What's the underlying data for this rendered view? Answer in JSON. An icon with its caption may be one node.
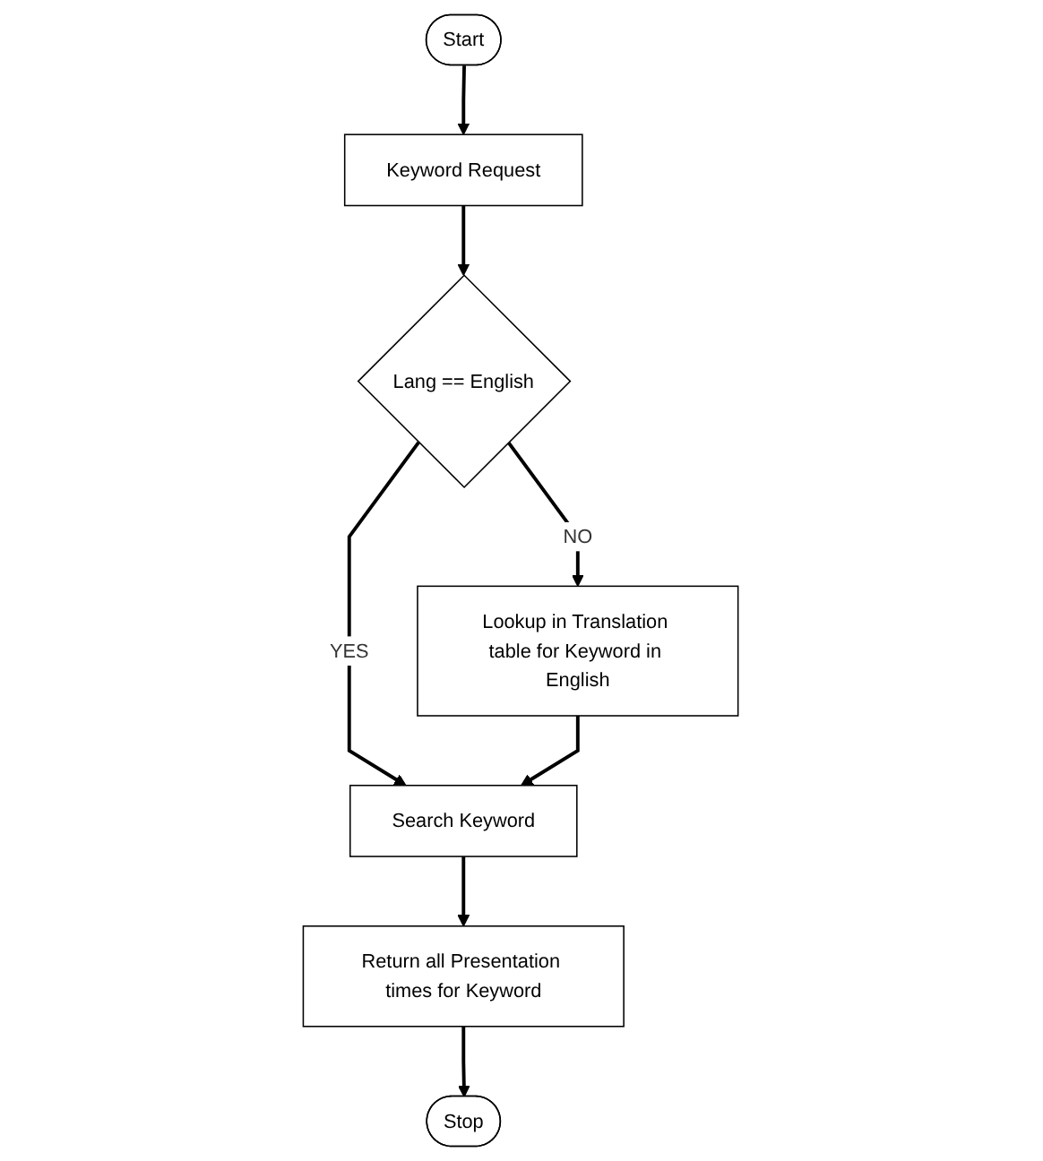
{
  "diagram": {
    "nodes": [
      {
        "text": [
          "Start"
        ]
      },
      {
        "text": [
          "Keyword Request"
        ]
      },
      {
        "text": [
          "Lang == English"
        ]
      },
      {
        "text": [
          "Lookup in Translation table for Keyword in English"
        ]
      },
      {
        "text": [
          "Search Keyword"
        ]
      },
      {
        "text": [
          "Return all Presentation times for Keyword"
        ]
      },
      {
        "text": [
          "Stop"
        ]
      }
    ],
    "edges": [
      {
        "from": 0,
        "to": 1,
        "arrow": "to"
      },
      {
        "from": 1,
        "to": 2,
        "arrow": "to"
      },
      {
        "from": 2,
        "to": 3,
        "arrow": "to",
        "label": "NO"
      },
      {
        "from": 2,
        "to": 4,
        "arrow": "to",
        "label": "YES"
      },
      {
        "from": 3,
        "to": 4,
        "arrow": "to"
      },
      {
        "from": 4,
        "to": 5,
        "arrow": "to"
      },
      {
        "from": 5,
        "to": 6,
        "arrow": "to"
      }
    ]
  }
}
